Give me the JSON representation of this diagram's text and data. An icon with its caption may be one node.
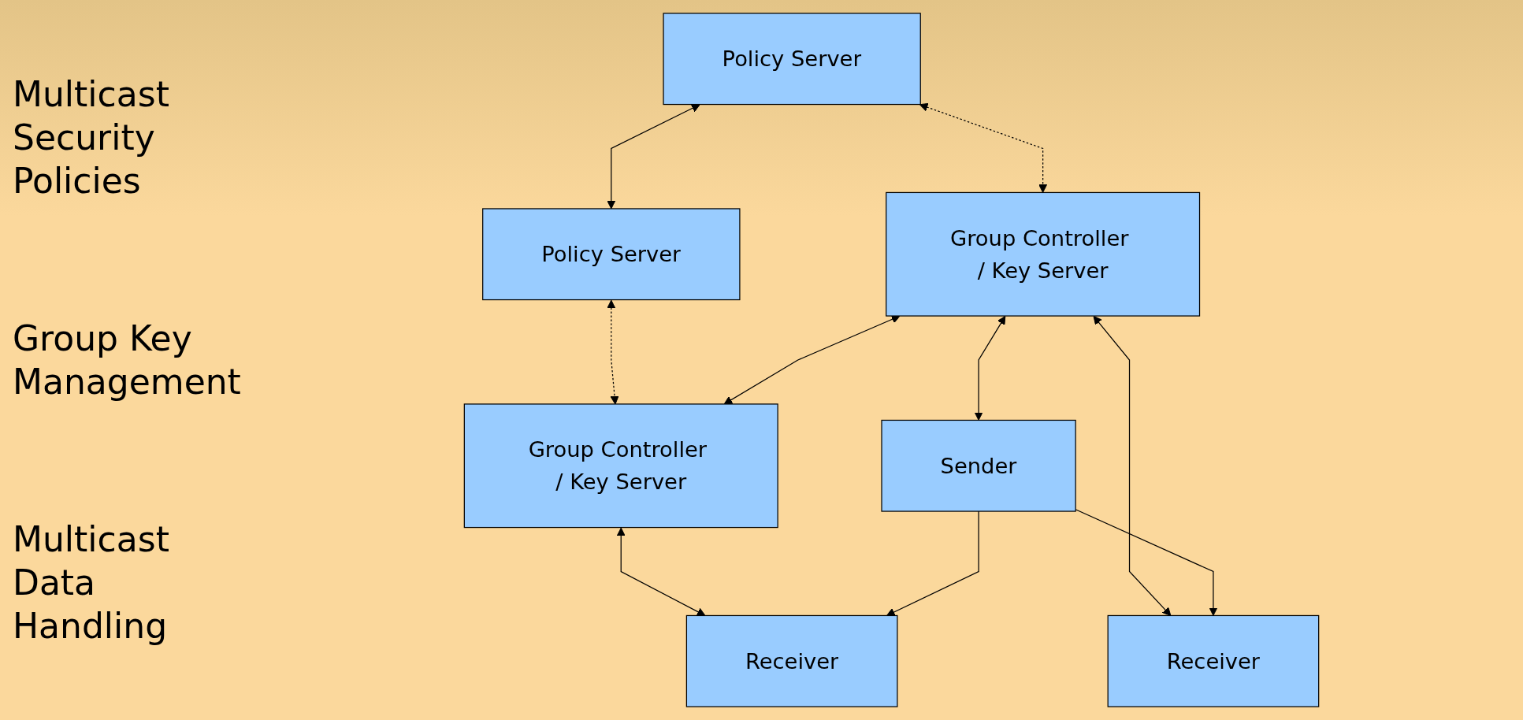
{
  "diagram": {
    "nodes": [
      {
        "text": [
          "Policy Server"
        ]
      },
      {
        "text": [
          "Policy Server"
        ]
      },
      {
        "text": [
          "Group Controller / Key Server"
        ]
      },
      {
        "text": [
          "Group Controller / Key Server"
        ]
      },
      {
        "text": [
          "Receiver"
        ]
      },
      {
        "text": [
          "Sender"
        ]
      },
      {
        "text": [
          "Receiver"
        ]
      }
    ],
    "edges": [
      {
        "from": 0,
        "to": 1,
        "arrow": "both"
      },
      {
        "from": 0,
        "to": 2,
        "arrow": "both",
        "style": "dashed"
      },
      {
        "from": 1,
        "to": 3,
        "arrow": "both",
        "style": "dashed"
      },
      {
        "from": 2,
        "to": 3,
        "arrow": "both"
      },
      {
        "from": 2,
        "to": 4,
        "arrow": "both"
      },
      {
        "from": 2,
        "to": 5,
        "arrow": "both"
      },
      {
        "from": 3,
        "to": 6,
        "arrow": "both"
      },
      {
        "from": 5,
        "to": 4,
        "arrow": "to"
      },
      {
        "from": 5,
        "to": 6,
        "arrow": "to"
      }
    ],
    "labels": [
      "Multicast Security Policies",
      "Group Key Management",
      "Multicast Data Handling"
    ]
  }
}
